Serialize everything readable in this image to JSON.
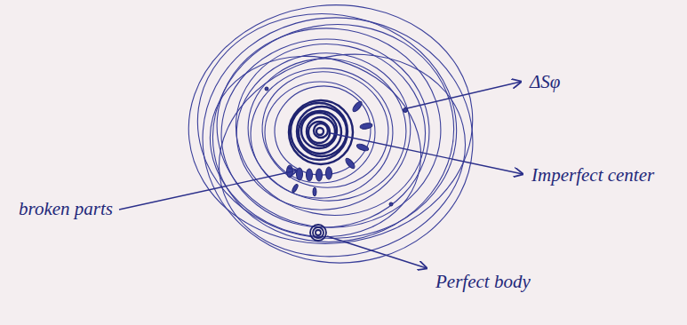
{
  "diagram": {
    "labels": [
      "ΔSφ",
      "Imperfect center",
      "broken parts",
      "Perfect body"
    ]
  }
}
